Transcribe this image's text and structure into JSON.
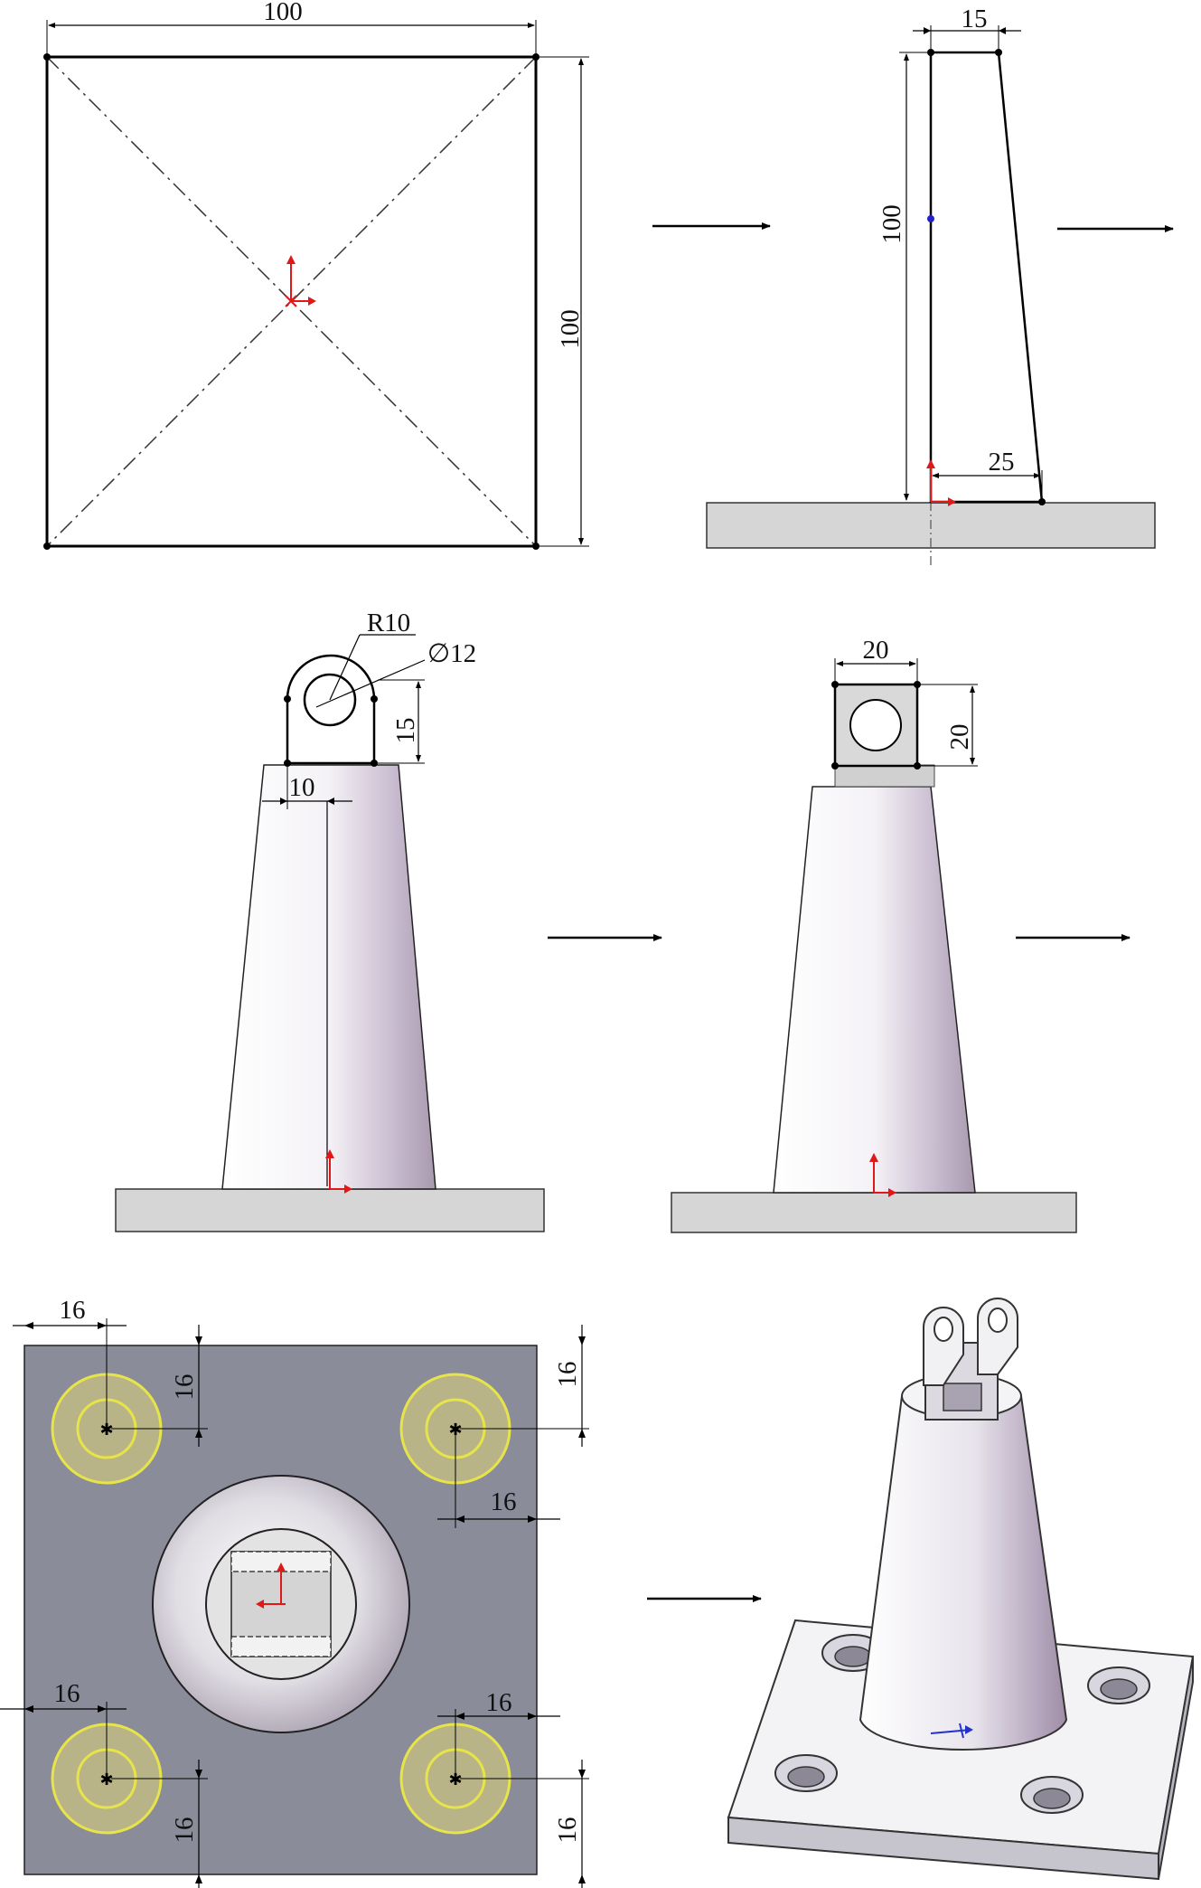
{
  "colors": {
    "plate": "#8a8d99",
    "base": "#d6d6d6",
    "highlight": "#e7e44a",
    "origin": "#e01818",
    "sketch_point": "#2222cc"
  },
  "panel1": {
    "width_label": "100",
    "height_label": "100"
  },
  "panel2": {
    "top_label": "15",
    "height_label": "100",
    "bottom_label": "25"
  },
  "panel3": {
    "radius_label": "R10",
    "diameter_label": "∅12",
    "height_label": "15",
    "width_label": "10"
  },
  "panel4": {
    "width_label": "20",
    "height_label": "20"
  },
  "panel5": {
    "top_left_x": "16",
    "top_left_y": "16",
    "top_right_y": "16",
    "top_right_x": "16",
    "bottom_left_x": "16",
    "bottom_left_y": "16",
    "bottom_right_x": "16",
    "bottom_right_y": "16"
  },
  "arrows": [
    "arrow-1",
    "arrow-2",
    "arrow-3",
    "arrow-4",
    "arrow-5"
  ]
}
